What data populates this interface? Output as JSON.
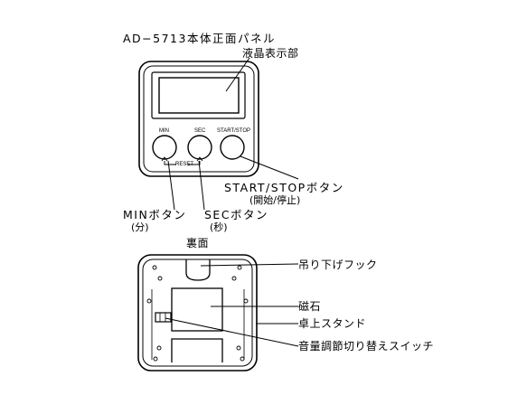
{
  "title": "AD−5713本体正面パネル",
  "front": {
    "lcd_label": "液晶表示部",
    "button_labels": {
      "min": "MIN",
      "sec": "SEC",
      "start_stop": "START/STOP"
    },
    "reset_label": "RESET",
    "start_stop_callout": "START/STOPボタン",
    "start_stop_sub": "(開始/停止)",
    "min_callout": "MINボタン",
    "min_sub": "(分)",
    "sec_callout": "SECボタン",
    "sec_sub": "(秒)"
  },
  "back": {
    "title": "裏面",
    "hook_label": "吊り下げフック",
    "magnet_label": "磁石",
    "stand_label": "卓上スタンド",
    "switch_label": "音量調節切り替えスイッチ"
  }
}
